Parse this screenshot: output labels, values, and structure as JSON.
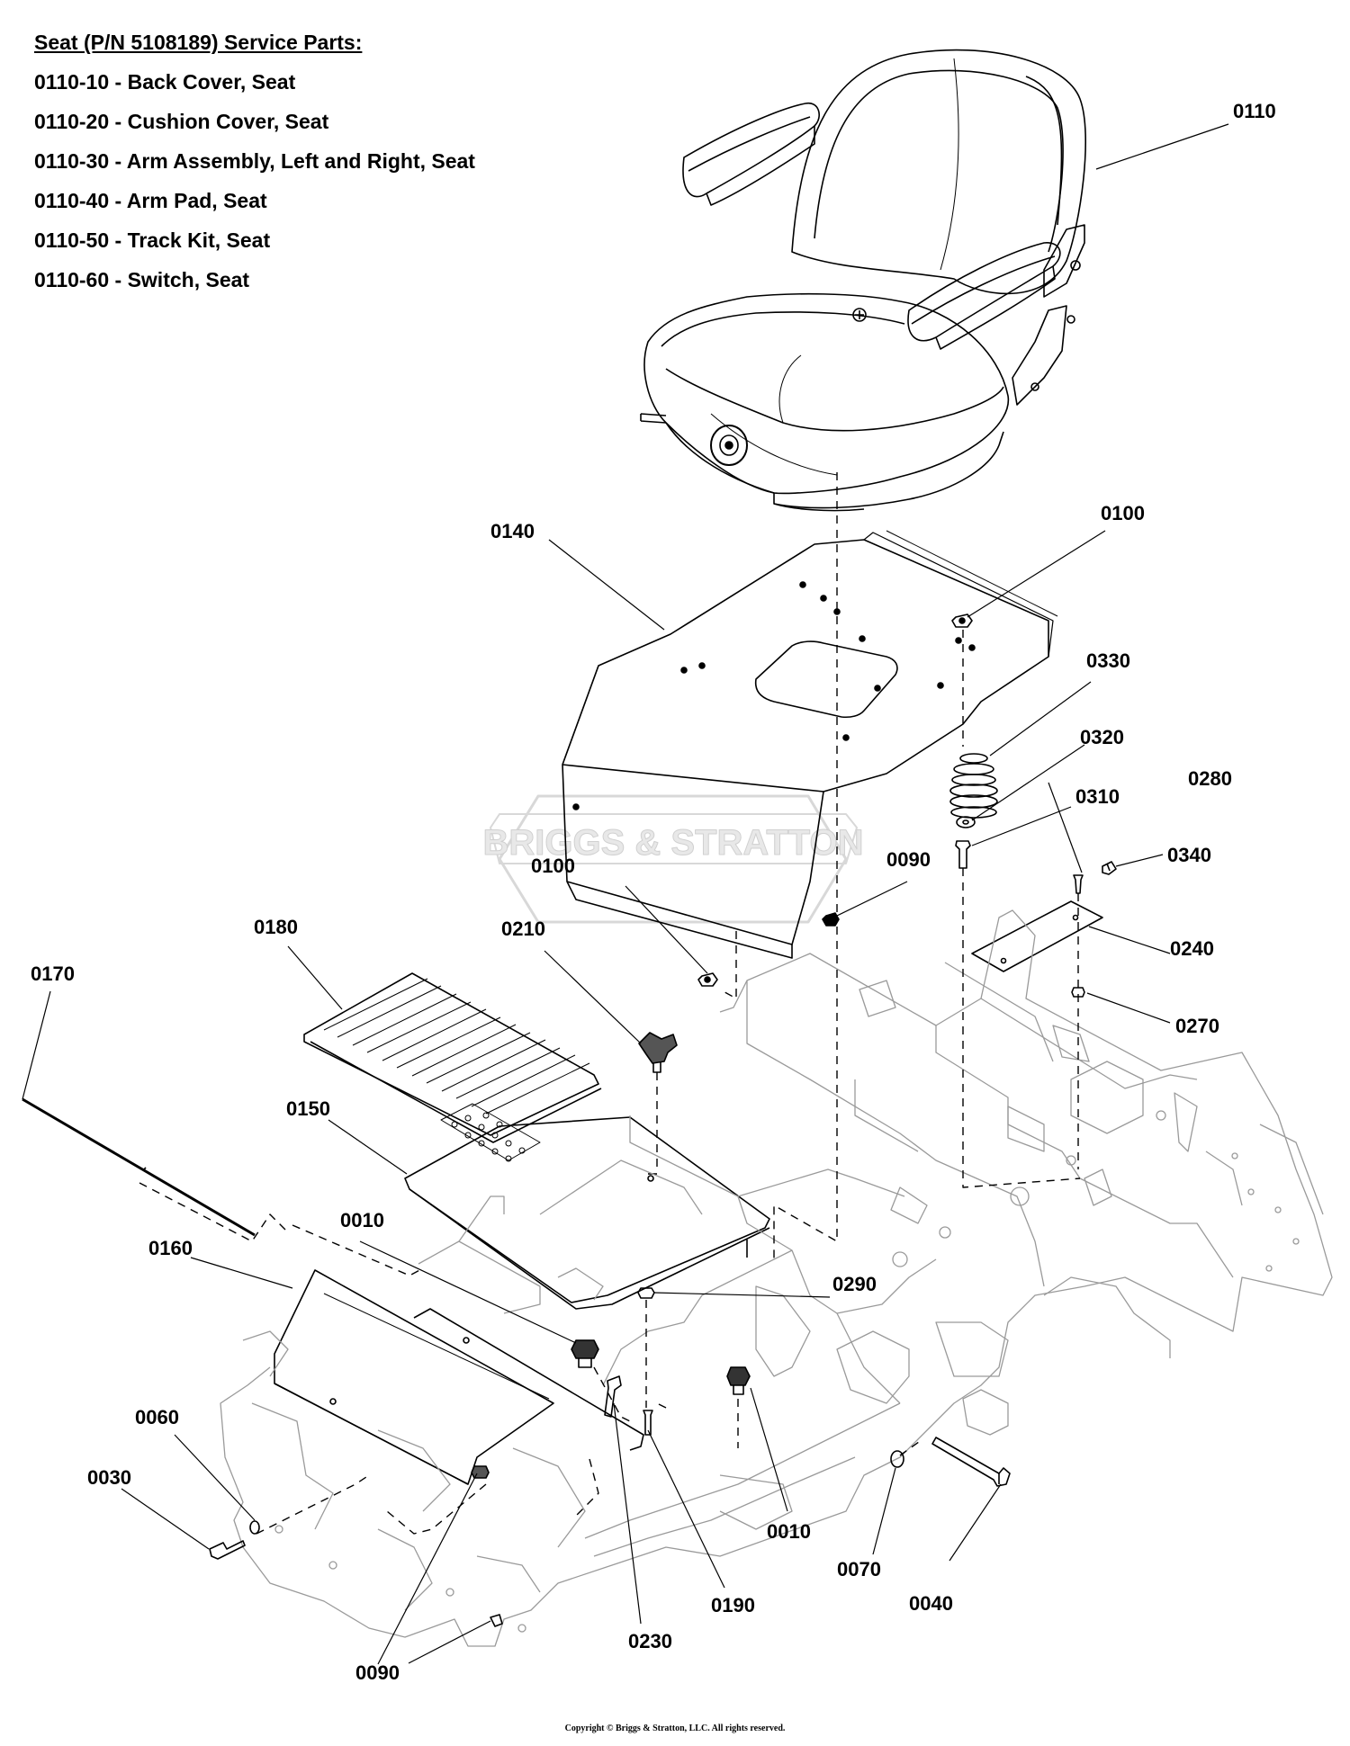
{
  "service_parts": {
    "title": "Seat (P/N 5108189) Service Parts:",
    "lines": [
      "0110-10 - Back Cover, Seat",
      "0110-20 - Cushion Cover, Seat",
      "0110-30 - Arm Assembly, Left and Right, Seat",
      "0110-40 - Arm Pad, Seat",
      "0110-50 - Track Kit, Seat",
      "0110-60 - Switch, Seat"
    ]
  },
  "callouts": {
    "c0110": "0110",
    "c0140": "0140",
    "c0100a": "0100",
    "c0330": "0330",
    "c0320": "0320",
    "c0310": "0310",
    "c0280": "0280",
    "c0090a": "0090",
    "c0340": "0340",
    "c0100b": "0100",
    "c0240": "0240",
    "c0210": "0210",
    "c0180": "0180",
    "c0170": "0170",
    "c0270": "0270",
    "c0150": "0150",
    "c0010a": "0010",
    "c0160": "0160",
    "c0290": "0290",
    "c0060": "0060",
    "c0030": "0030",
    "c0010b": "0010",
    "c0070": "0070",
    "c0230": "0230",
    "c0190": "0190",
    "c0040": "0040",
    "c0090b": "0090"
  },
  "watermark": "BRIGGS & STRATTON",
  "copyright": "Copyright © Briggs & Stratton, LLC. All rights reserved."
}
